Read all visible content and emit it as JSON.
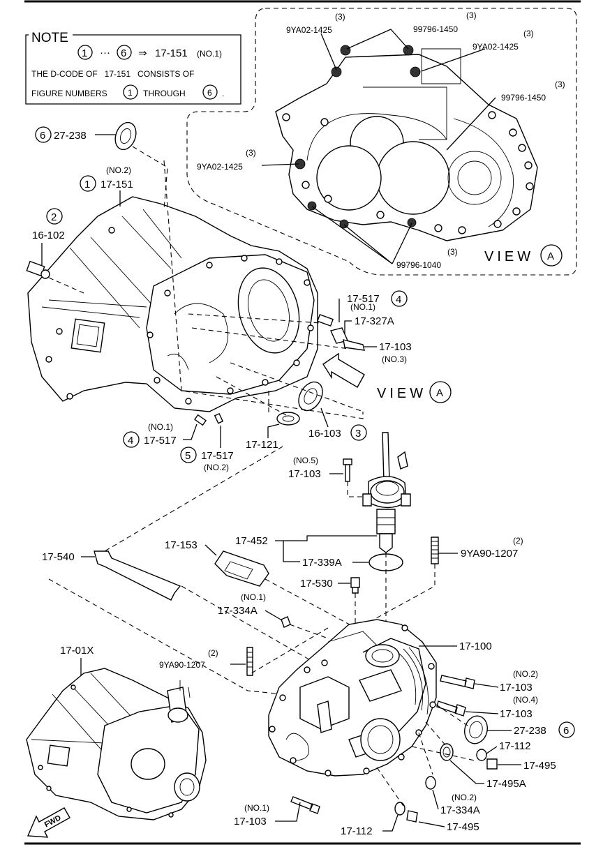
{
  "note": {
    "title": "NOTE",
    "range_start": "1",
    "range_sep": "···",
    "range_end": "6",
    "arrow": "⇒",
    "code": "17-151",
    "code_no": "(NO.1)",
    "line2": "THE D-CODE OF   17-151   CONSISTS OF",
    "line3a": "FIGURE NUMBERS",
    "fig_start": "1",
    "line3b": "THROUGH",
    "fig_end": "6",
    "line3c": "."
  },
  "view": {
    "text": "VIEW",
    "letter": "A"
  },
  "fwd": "FWD",
  "callouts": {
    "c1": {
      "fig": "6",
      "code": "27-238"
    },
    "c2": {
      "note": "(NO.2)",
      "fig": "1",
      "code": "17-151"
    },
    "c3": {
      "fig": "2",
      "code": "16-102"
    },
    "c4": {
      "note": "(NO.1)",
      "code": "17-517",
      "fig": "4"
    },
    "c5": {
      "code": "17-327A"
    },
    "c6": {
      "code": "17-103",
      "note": "(NO.3)"
    },
    "c7": {
      "note": "(NO.1)",
      "fig": "4",
      "code": "17-517"
    },
    "c8": {
      "fig": "5",
      "code": "17-517",
      "note": "(NO.2)"
    },
    "c9": {
      "code": "17-121"
    },
    "c10": {
      "code": "16-103",
      "fig": "3"
    },
    "c11": {
      "note": "(NO.5)",
      "code": "17-103"
    },
    "c12": {
      "code": "17-153"
    },
    "c13": {
      "code": "17-452"
    },
    "c14": {
      "code": "17-540"
    },
    "c15": {
      "code": "17-339A"
    },
    "c16": {
      "qty": "(2)",
      "code": "9YA90-1207"
    },
    "c17": {
      "code": "17-530"
    },
    "c18": {
      "note": "(NO.1)",
      "code": "17-334A"
    },
    "c19": {
      "code": "17-01X"
    },
    "c20": {
      "qty": "(2)",
      "code": "9YA90-1207"
    },
    "c21": {
      "code": "17-100"
    },
    "c22": {
      "note": "(NO.2)",
      "code": "17-103"
    },
    "c23": {
      "note": "(NO.4)",
      "code": "17-103"
    },
    "c24": {
      "code": "27-238",
      "fig": "6"
    },
    "c25": {
      "code": "17-112"
    },
    "c26": {
      "code": "17-495"
    },
    "c27": {
      "code": "17-495A"
    },
    "c28": {
      "note": "(NO.2)",
      "code": "17-334A"
    },
    "c29": {
      "note": "(NO.1)",
      "code": "17-103"
    },
    "c30": {
      "code": "17-112"
    },
    "c31": {
      "code": "17-495"
    },
    "va1": {
      "qty": "(3)",
      "code": "9YA02-1425"
    },
    "va2": {
      "qty": "(3)",
      "code": "99796-1450"
    },
    "va3": {
      "qty": "(3)",
      "code": "9YA02-1425"
    },
    "va4": {
      "qty": "(3)",
      "code": "99796-1450"
    },
    "va5": {
      "qty": "(3)",
      "code": "9YA02-1425"
    },
    "va6": {
      "qty": "(3)",
      "code": "99796-1040"
    }
  }
}
